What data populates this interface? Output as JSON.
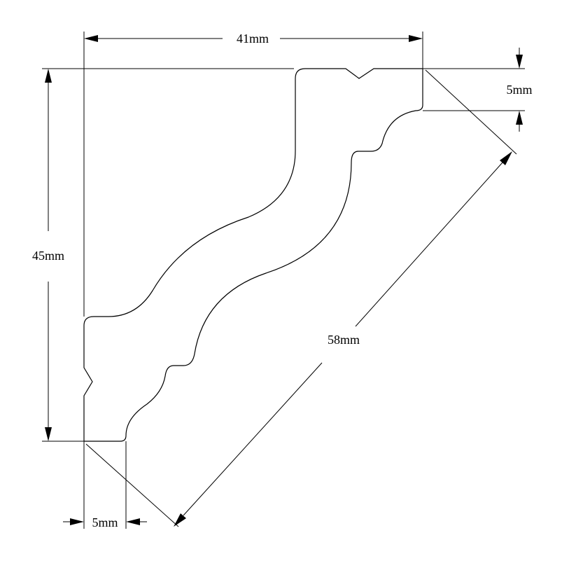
{
  "diagram": {
    "dimensions": {
      "width": "41mm",
      "height": "45mm",
      "diagonal": "58mm",
      "top_thickness": "5mm",
      "bottom_thickness": "5mm"
    },
    "colors": {
      "line": "#000000",
      "background": "#ffffff"
    }
  }
}
